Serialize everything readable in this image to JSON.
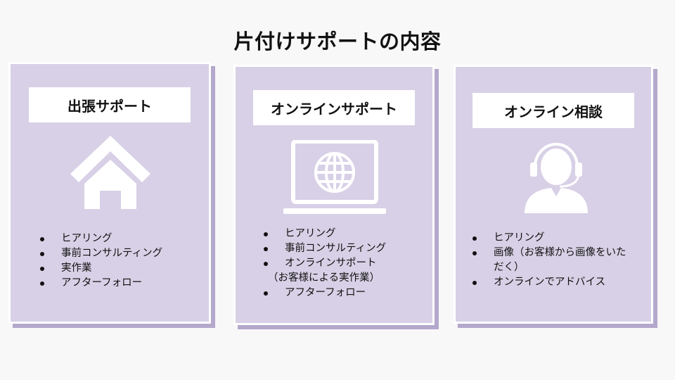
{
  "title": "片付けサポートの内容",
  "cards": [
    {
      "label": "出張サポート",
      "icon": "house-icon",
      "items": [
        "ヒアリング",
        "事前コンサルティング",
        "実作業",
        "アフターフォロー"
      ]
    },
    {
      "label": "オンラインサポート",
      "icon": "laptop-globe-icon",
      "items": [
        "ヒアリング",
        "事前コンサルティング",
        "オンラインサポート",
        "（お客様による実作業）",
        "アフターフォロー"
      ]
    },
    {
      "label": "オンライン相談",
      "icon": "headset-person-icon",
      "items": [
        "ヒアリング",
        "画像（お客様から画像をいた",
        "だく）",
        "オンラインでアドバイス"
      ]
    }
  ],
  "colors": {
    "card_background": "#d8d0e6",
    "card_shadow": "#b4a8cc",
    "icon": "#ffffff",
    "page_background": "#f8f8f8"
  }
}
